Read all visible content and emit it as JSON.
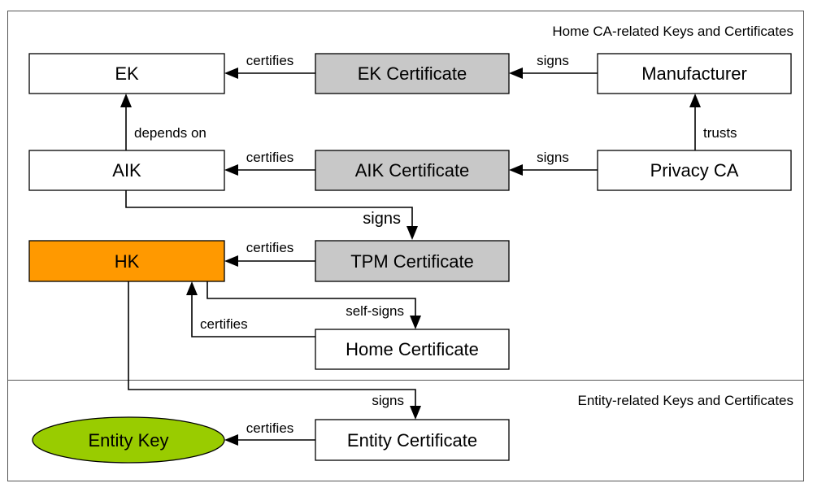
{
  "regions": {
    "home_ca": "Home CA-related Keys and Certificates",
    "entity": "Entity-related Keys and Certificates"
  },
  "nodes": {
    "ek": "EK",
    "ek_certificate": "EK Certificate",
    "manufacturer": "Manufacturer",
    "aik": "AIK",
    "aik_certificate": "AIK Certificate",
    "privacy_ca": "Privacy CA",
    "hk": "HK",
    "tpm_certificate": "TPM Certificate",
    "home_certificate": "Home Certificate",
    "entity_key": "Entity Key",
    "entity_certificate": "Entity Certificate"
  },
  "edges": {
    "ekcert_certifies_ek": "certifies",
    "manufacturer_signs_ekcert": "signs",
    "aik_depends_on_ek": "depends on",
    "privacyca_trusts_manufacturer": "trusts",
    "aikcert_certifies_aik": "certifies",
    "privacyca_signs_aikcert": "signs",
    "aik_signs_tpmcert": "signs",
    "tpmcert_certifies_hk": "certifies",
    "hk_self_signs_homecert": "self-signs",
    "homecert_certifies_hk": "certifies",
    "hk_signs_entitycert": "signs",
    "entitycert_certifies_entitykey": "certifies"
  },
  "colors": {
    "certificate_fill": "#c8c8c8",
    "hk_fill": "#ff9900",
    "entity_key_fill": "#99cc00",
    "plain_fill": "#ffffff",
    "stroke": "#000000",
    "frame": "#555555"
  }
}
